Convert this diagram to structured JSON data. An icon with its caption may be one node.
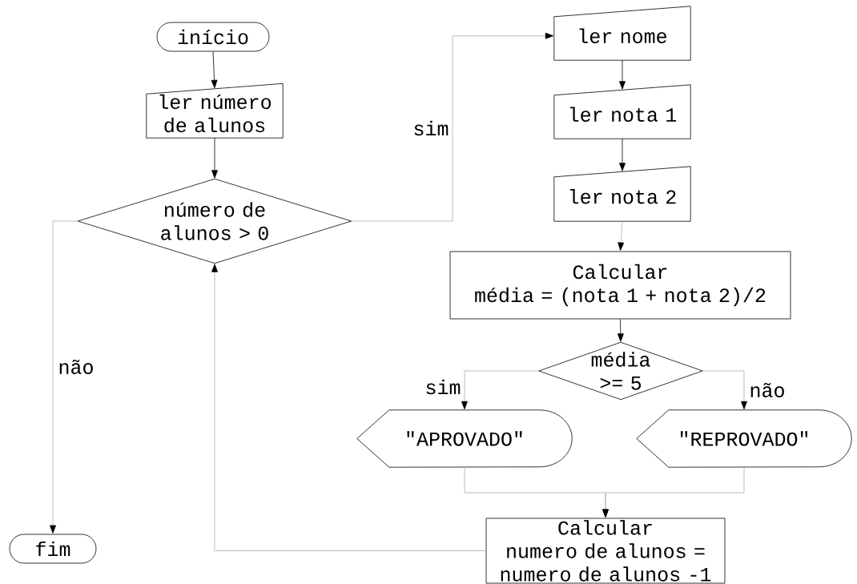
{
  "diagram": {
    "nodes": [
      {
        "text": [
          "início"
        ]
      },
      {
        "text": [
          "ler número de alunos"
        ]
      },
      {
        "text": [
          "número de alunos > 0"
        ]
      },
      {
        "text": [
          "ler nome"
        ]
      },
      {
        "text": [
          "ler nota 1"
        ]
      },
      {
        "text": [
          "ler nota 2"
        ]
      },
      {
        "text": [
          "Calcular",
          "média = (nota 1 + nota 2)/2"
        ]
      },
      {
        "text": [
          "média >= 5"
        ]
      },
      {
        "text": [
          "\"APROVADO\""
        ]
      },
      {
        "text": [
          "\"REPROVADO\""
        ]
      },
      {
        "text": [
          "Calcular",
          "numero de alunos = numero de alunos -1"
        ]
      },
      {
        "text": [
          "fim"
        ]
      }
    ],
    "edges": [
      {
        "from": 0,
        "to": 1,
        "arrow": "to",
        "color": "#000000"
      },
      {
        "from": 1,
        "to": 2,
        "arrow": "to",
        "color": "#000000"
      },
      {
        "from": 2,
        "to": 3,
        "arrow": "to",
        "label": "sim"
      },
      {
        "from": 2,
        "to": 11,
        "arrow": "to",
        "label": "não"
      },
      {
        "from": 3,
        "to": 4,
        "arrow": "to",
        "color": "#000000"
      },
      {
        "from": 4,
        "to": 5,
        "arrow": "to",
        "color": "#000000"
      },
      {
        "from": 5,
        "to": 6,
        "arrow": "to"
      },
      {
        "from": 6,
        "to": 7,
        "arrow": "to",
        "color": "#000000"
      },
      {
        "from": 7,
        "to": 8,
        "arrow": "to",
        "label": "sim"
      },
      {
        "from": 7,
        "to": 9,
        "arrow": "to",
        "label": "não"
      },
      {
        "from": 8,
        "to": 10,
        "arrow": "to"
      },
      {
        "from": 9,
        "to": 10,
        "arrow": "to"
      },
      {
        "from": 10,
        "to": 2,
        "arrow": "to"
      }
    ]
  }
}
